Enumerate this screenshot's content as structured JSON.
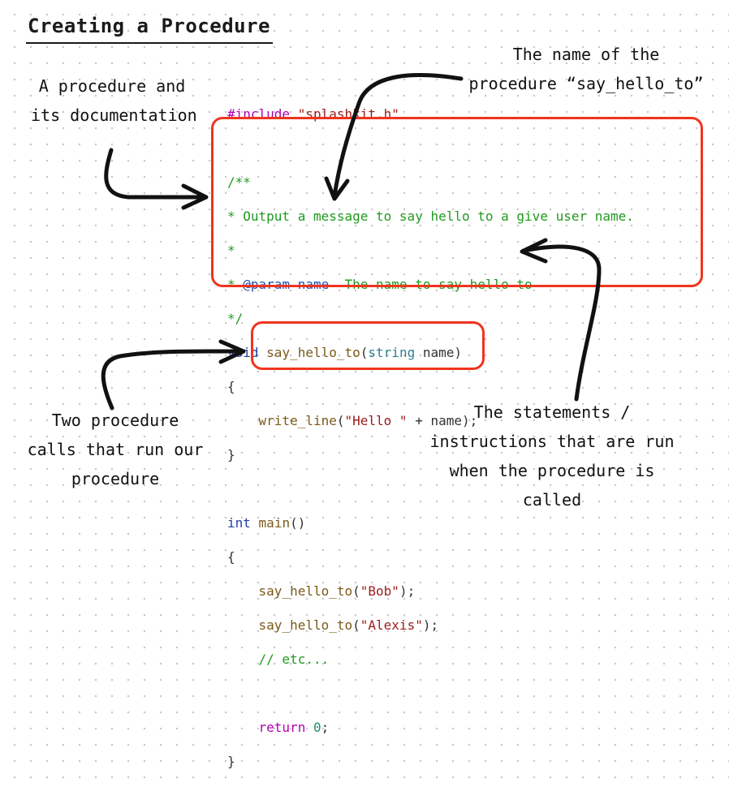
{
  "title": "Creating a Procedure",
  "annotations": {
    "procedure_doc": [
      "A procedure and",
      "its documentation"
    ],
    "procedure_name": [
      "The name of the",
      "procedure “say_hello_to”"
    ],
    "procedure_calls": [
      "Two procedure",
      "calls that run our",
      "procedure"
    ],
    "statements": [
      "The statements /",
      "instructions that are run",
      "when the procedure is",
      "called"
    ]
  },
  "code": {
    "include": {
      "directive": "#include",
      "file": "\"splashkit.h\""
    },
    "doc_open": "/**",
    "doc_summary": "* Output a message to say hello to a give user name.",
    "doc_blank": "*",
    "doc_param_star": "* ",
    "doc_param_tag": "@param",
    "doc_param_name": "name",
    "doc_param_desc": "  The name to say hello to",
    "doc_close": "*/",
    "sig": {
      "ret": "void",
      "name": "say_hello_to",
      "open": "(",
      "ptype": "string",
      "pname": " name",
      "close": ")"
    },
    "brace_open": "{",
    "body": {
      "indent": "    ",
      "fn": "write_line",
      "open": "(",
      "str": "\"Hello \"",
      "rest": " + name);"
    },
    "brace_close": "}",
    "main": {
      "ret": "int",
      "name": "main",
      "rest": "()"
    },
    "main_open": "{",
    "call1": {
      "indent": "    ",
      "fn": "say_hello_to",
      "open": "(",
      "arg": "\"Bob\"",
      "close": ");"
    },
    "call2": {
      "indent": "    ",
      "fn": "say_hello_to",
      "open": "(",
      "arg": "\"Alexis\"",
      "close": ");"
    },
    "etc": "    // etc...",
    "ret": {
      "indent": "    ",
      "kw": "return",
      "space": " ",
      "val": "0",
      "semi": ";"
    },
    "main_close": "}"
  },
  "colors": {
    "highlight": "#f0341e",
    "ink": "#111111"
  }
}
